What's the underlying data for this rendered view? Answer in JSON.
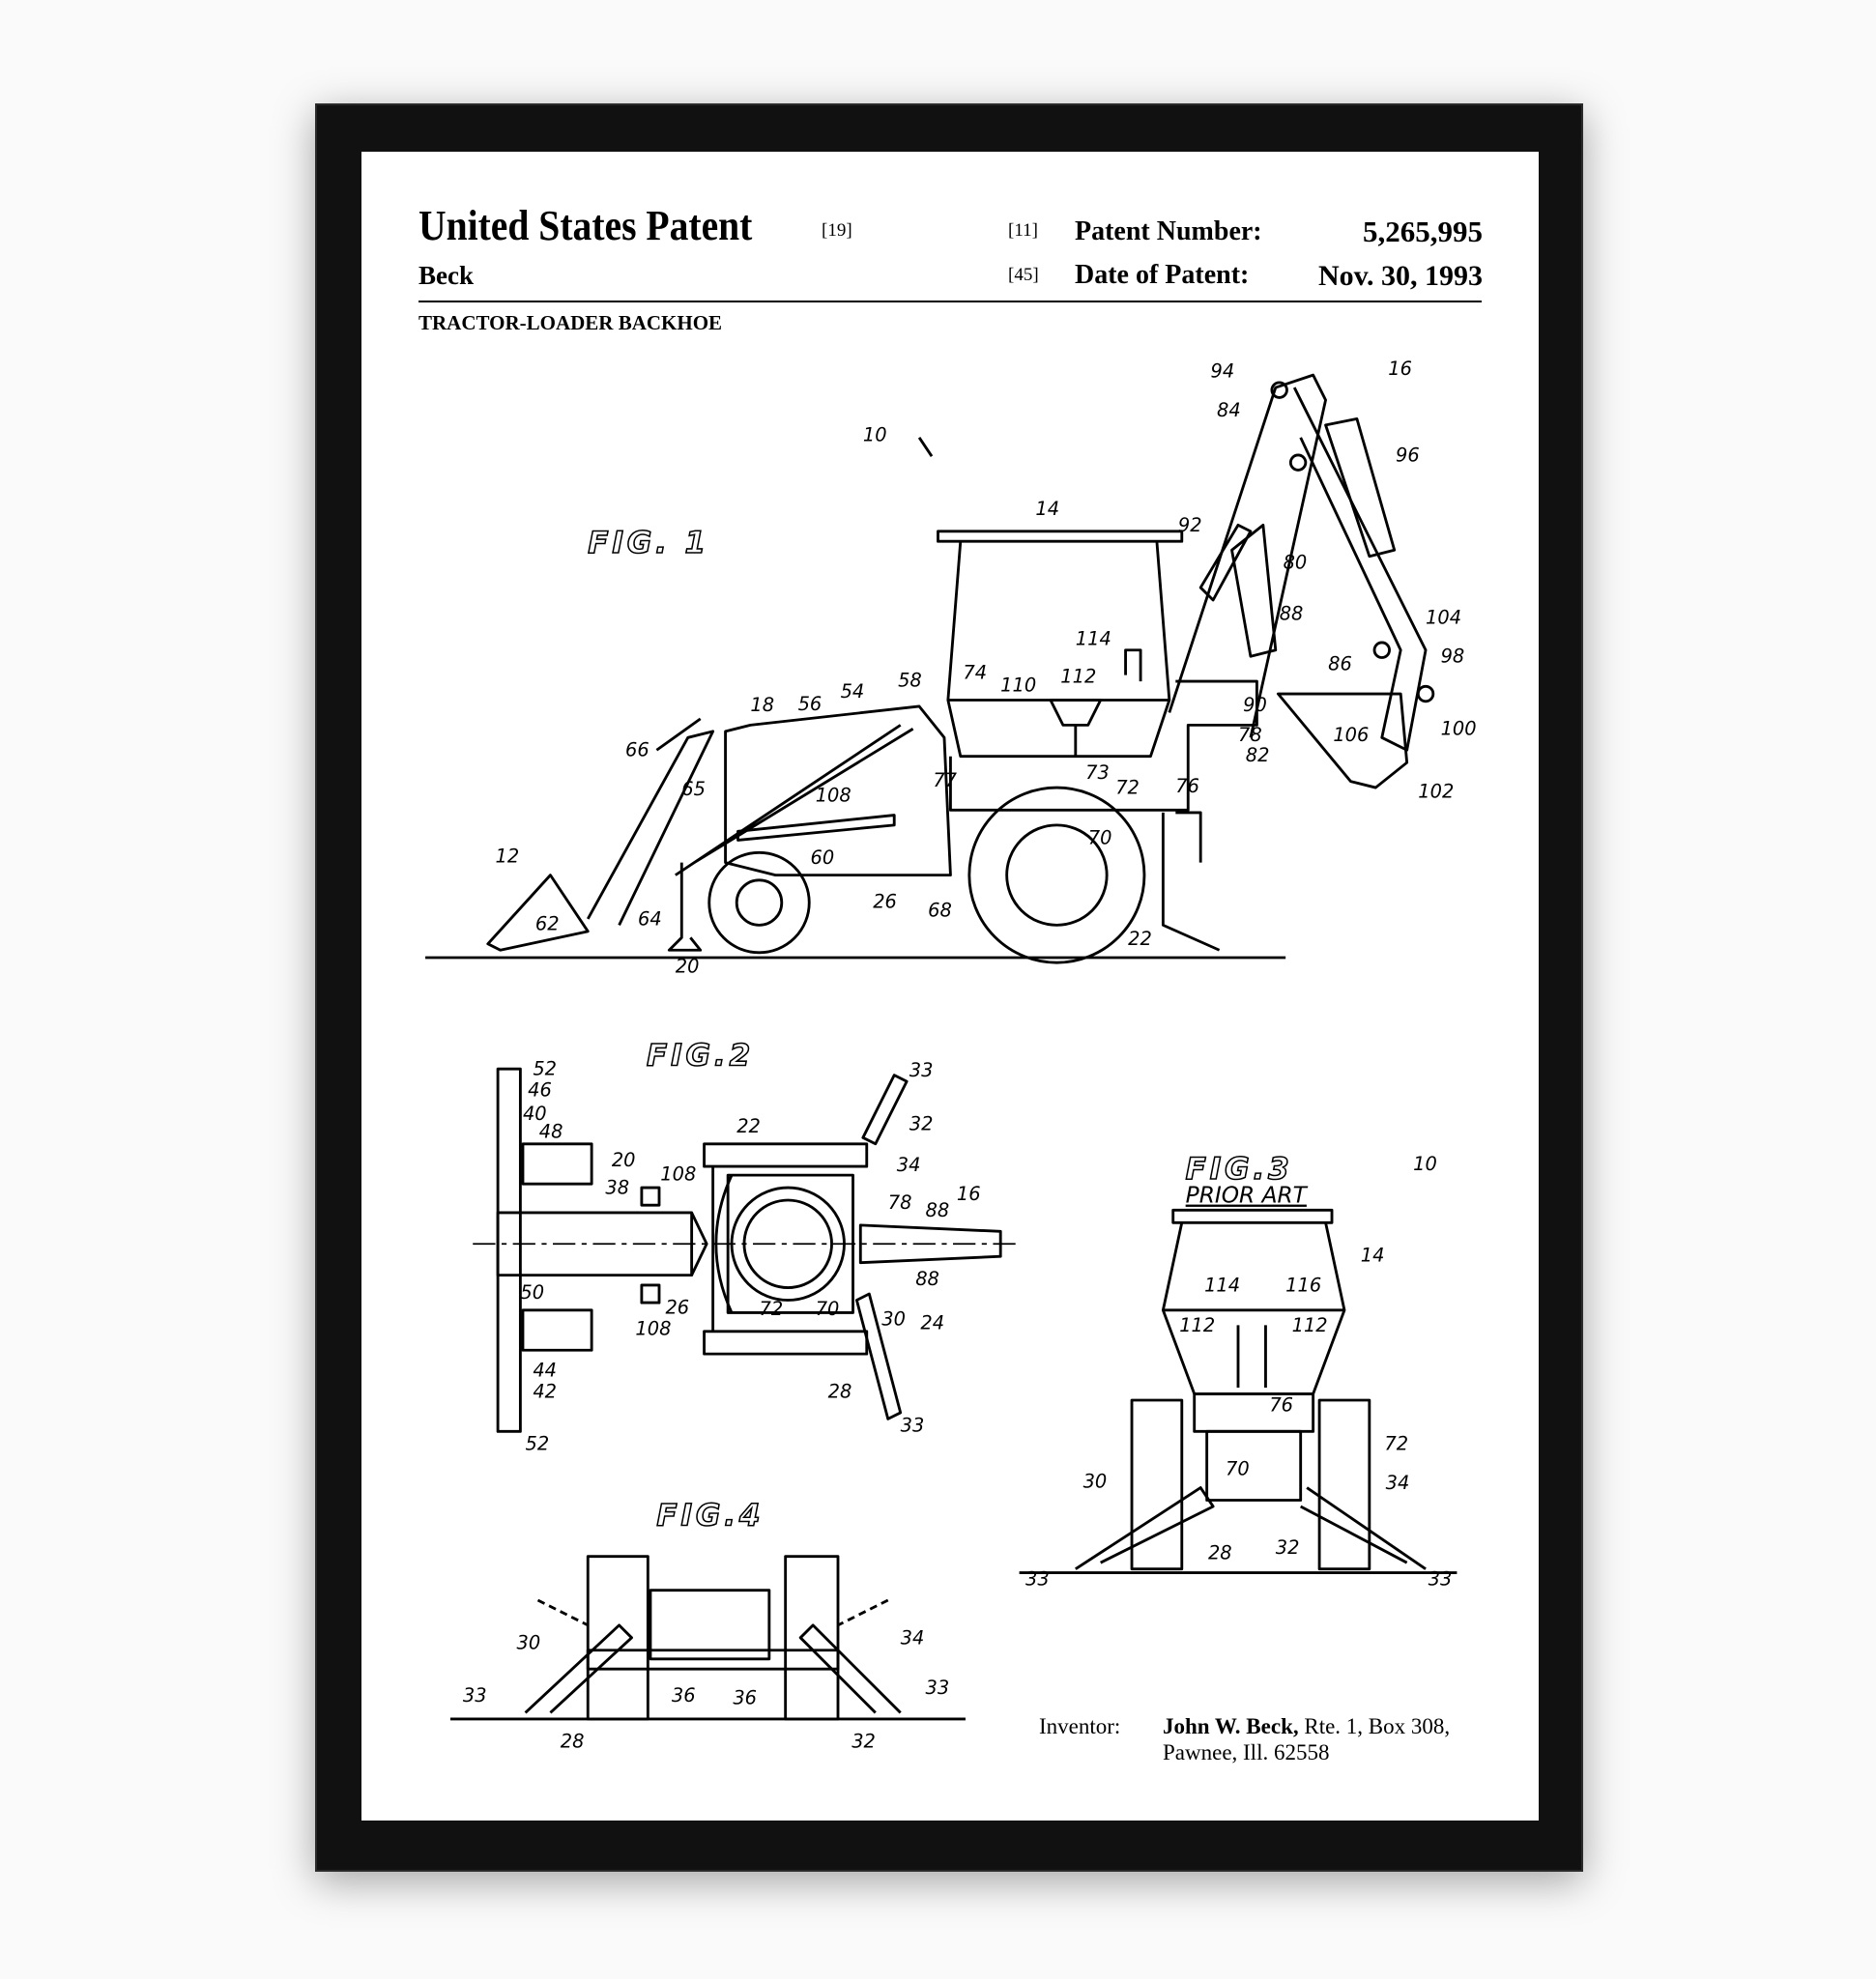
{
  "header": {
    "title": "United States Patent",
    "title_ref": "[19]",
    "inventor_surname": "Beck",
    "number_ref": "[11]",
    "number_label": "Patent Number:",
    "number_value": "5,265,995",
    "date_ref": "[45]",
    "date_label": "Date of Patent:",
    "date_value": "Nov. 30, 1993",
    "invention_title": "TRACTOR-LOADER BACKHOE"
  },
  "figures": {
    "fig1": {
      "title": "FIG. 1",
      "labels": [
        "10",
        "14",
        "16",
        "94",
        "84",
        "96",
        "92",
        "80",
        "88",
        "104",
        "98",
        "86",
        "114",
        "112",
        "110",
        "74",
        "90",
        "78",
        "82",
        "106",
        "100",
        "102",
        "58",
        "54",
        "56",
        "18",
        "66",
        "65",
        "108",
        "77",
        "73",
        "72",
        "76",
        "70",
        "12",
        "60",
        "62",
        "64",
        "26",
        "68",
        "20",
        "22"
      ]
    },
    "fig2": {
      "title": "FIG.2",
      "labels": [
        "52",
        "46",
        "40",
        "48",
        "20",
        "38",
        "108",
        "22",
        "33",
        "32",
        "34",
        "16",
        "78",
        "88",
        "88",
        "50",
        "26",
        "108",
        "72",
        "70",
        "30",
        "24",
        "44",
        "42",
        "52",
        "28",
        "33"
      ]
    },
    "fig3": {
      "title": "FIG.3",
      "subtitle": "PRIOR ART",
      "labels": [
        "10",
        "14",
        "114",
        "116",
        "112",
        "112",
        "76",
        "72",
        "70",
        "30",
        "34",
        "28",
        "32",
        "33",
        "33"
      ]
    },
    "fig4": {
      "title": "FIG.4",
      "labels": [
        "30",
        "34",
        "36",
        "36",
        "33",
        "33",
        "28",
        "32"
      ]
    }
  },
  "inventor": {
    "label": "Inventor:",
    "name": "John W. Beck,",
    "address1": "Rte. 1, Box 308,",
    "address2": "Pawnee, Ill. 62558"
  }
}
